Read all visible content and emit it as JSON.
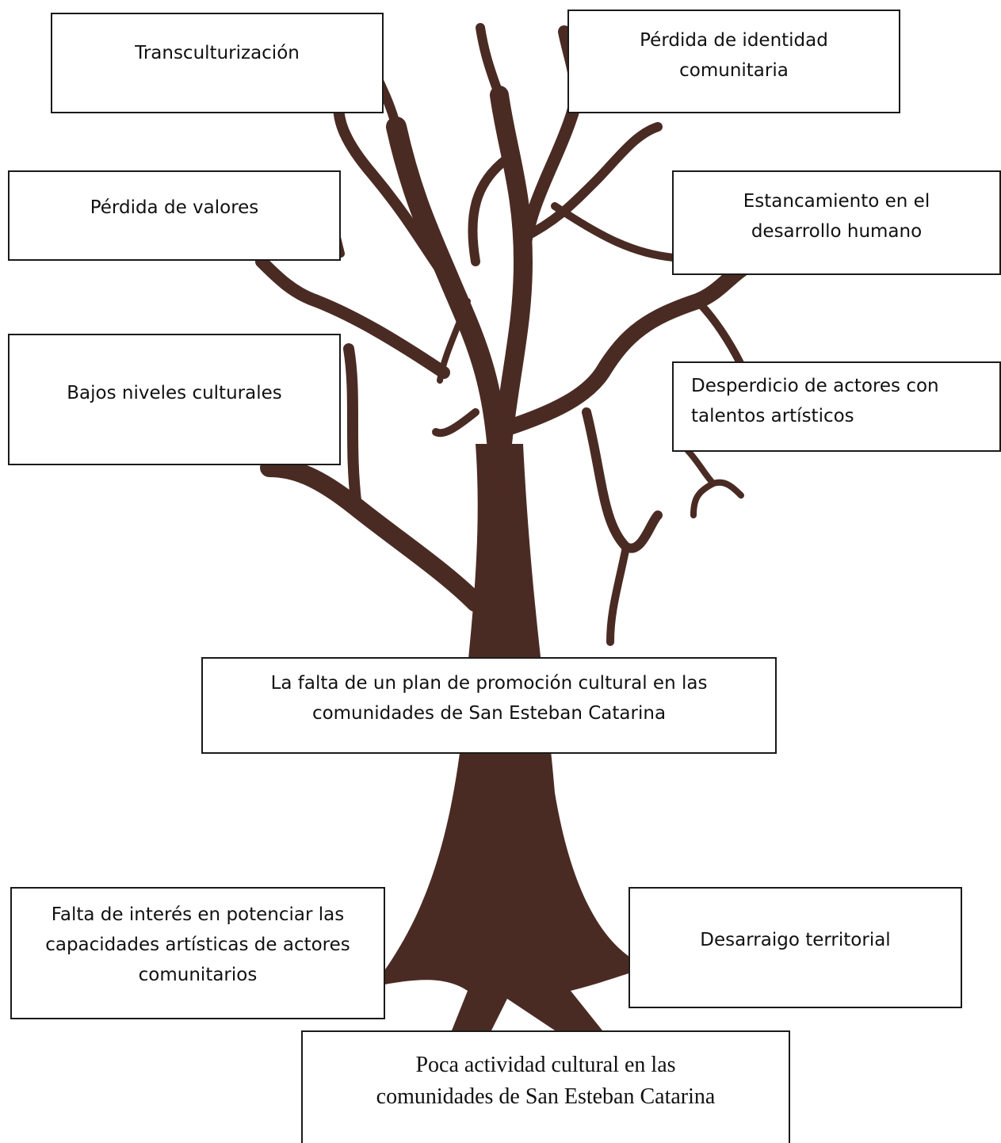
{
  "colors": {
    "trunk": "#4a2b23",
    "box_border": "#1a1a1a",
    "text": "#111111"
  },
  "tree_image": "bare-tree-illustration",
  "effects": [
    {
      "id": "transculturizacion",
      "text": "Transculturización"
    },
    {
      "id": "perdida-identidad",
      "text": "Pérdida  de identidad\ncomunitaria"
    },
    {
      "id": "perdida-valores",
      "text": "Pérdida de valores"
    },
    {
      "id": "estancamiento",
      "text": "Estancamiento en el\ndesarrollo humano"
    },
    {
      "id": "bajos-niveles",
      "text": "Bajos niveles culturales"
    },
    {
      "id": "desperdicio",
      "text": "Desperdicio de actores con\ntalentos artísticos"
    }
  ],
  "central_problem": {
    "text": "La falta de un plan de promoción cultural en las\ncomunidades de San Esteban Catarina"
  },
  "causes": [
    {
      "id": "falta-interes",
      "text": "Falta de interés en potenciar las\ncapacidades artísticas de actores\ncomunitarios"
    },
    {
      "id": "desarraigo",
      "text": "Desarraigo territorial"
    }
  ],
  "root_problem": {
    "text": "Poca actividad cultural en las\ncomunidades de San Esteban Catarina"
  }
}
